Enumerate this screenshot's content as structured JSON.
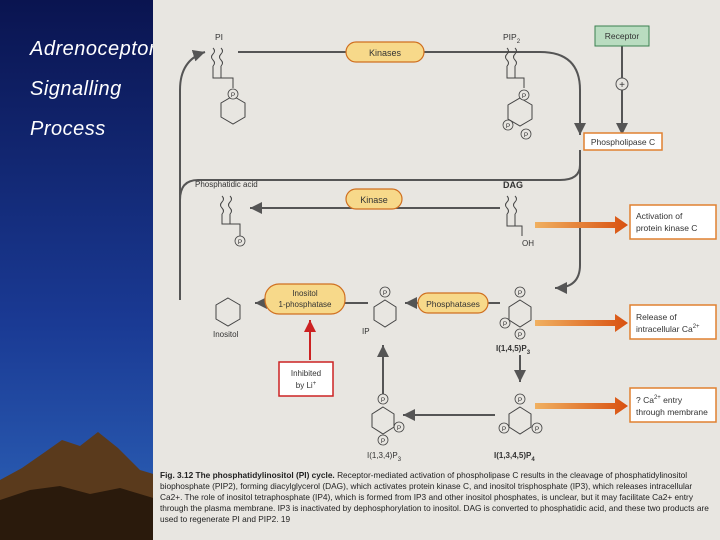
{
  "slide": {
    "title_lines": [
      "Adrenoceptors:",
      "Signalling",
      "Process"
    ]
  },
  "diagram": {
    "molecules": {
      "pi": "PI",
      "pip2": "PIP",
      "pip2_sub": "2",
      "phosphatidic_acid": "Phosphatidic acid",
      "dag": "DAG",
      "oh": "OH",
      "inositol": "Inositol",
      "ip": "IP",
      "ip3_145": "I(1,4,5)P",
      "ip3_145_sub": "3",
      "ip4_1345": "I(1,3,4,5)P",
      "ip4_1345_sub": "4",
      "ip3_134": "I(1,3,4)P",
      "ip3_134_sub": "3",
      "p": "P"
    },
    "enzymes": {
      "kinases": "Kinases",
      "kinase": "Kinase",
      "inositol_1_phosphatase_line1": "Inositol",
      "inositol_1_phosphatase_line2": "1-phosphatase",
      "phosphatases": "Phosphatases"
    },
    "receptor": "Receptor",
    "plus_sign": "+",
    "phospholipase_c": "Phospholipase C",
    "inhibited_line1": "Inhibited",
    "inhibited_line2": "by Li",
    "inhibited_sup": "+",
    "effects": {
      "pkc_line1": "Activation of",
      "pkc_line2": "protein kinase C",
      "ca_release_line1": "Release of",
      "ca_release_line2": "intracellular Ca",
      "ca_release_sup": "2+",
      "ca_entry_line1": "? Ca",
      "ca_entry_sup": "2+",
      "ca_entry_line1_end": " entry",
      "ca_entry_line2": "through membrane"
    }
  },
  "caption": {
    "figure_label": "Fig. 3.12",
    "figure_title": "The phosphatidylinositol (PI) cycle.",
    "text": "Receptor-mediated activation of phospholipase C results in the cleavage of phosphatidylinositol biophosphate (PIP2), forming diacylglycerol (DAG), which activates protein kinase C, and inositol trisphosphate (IP3), which releases intracellular Ca2+. The role of inositol tetraphosphate (IP4), which is formed from IP3 and other inositol phosphates, is unclear, but it may facilitate Ca2+ entry through the plasma membrane. IP3 is inactivated by dephosphorylation to inositol. DAG is converted to phosphatidic acid, and these two products are used to regenerate PI and PIP2.",
    "page_number": "19"
  },
  "colors": {
    "slide_bg_top": "#0a1a5c",
    "slide_bg_bottom": "#1f4fa6",
    "page_bg": "#e8e6e1",
    "enzyme_fill": "#f7d98a",
    "enzyme_stroke": "#d07020",
    "receptor_fill": "#b9dcc0",
    "effect_stroke": "#e08030",
    "arrow_grey": "#555555",
    "inhibit_red": "#cc2222"
  }
}
